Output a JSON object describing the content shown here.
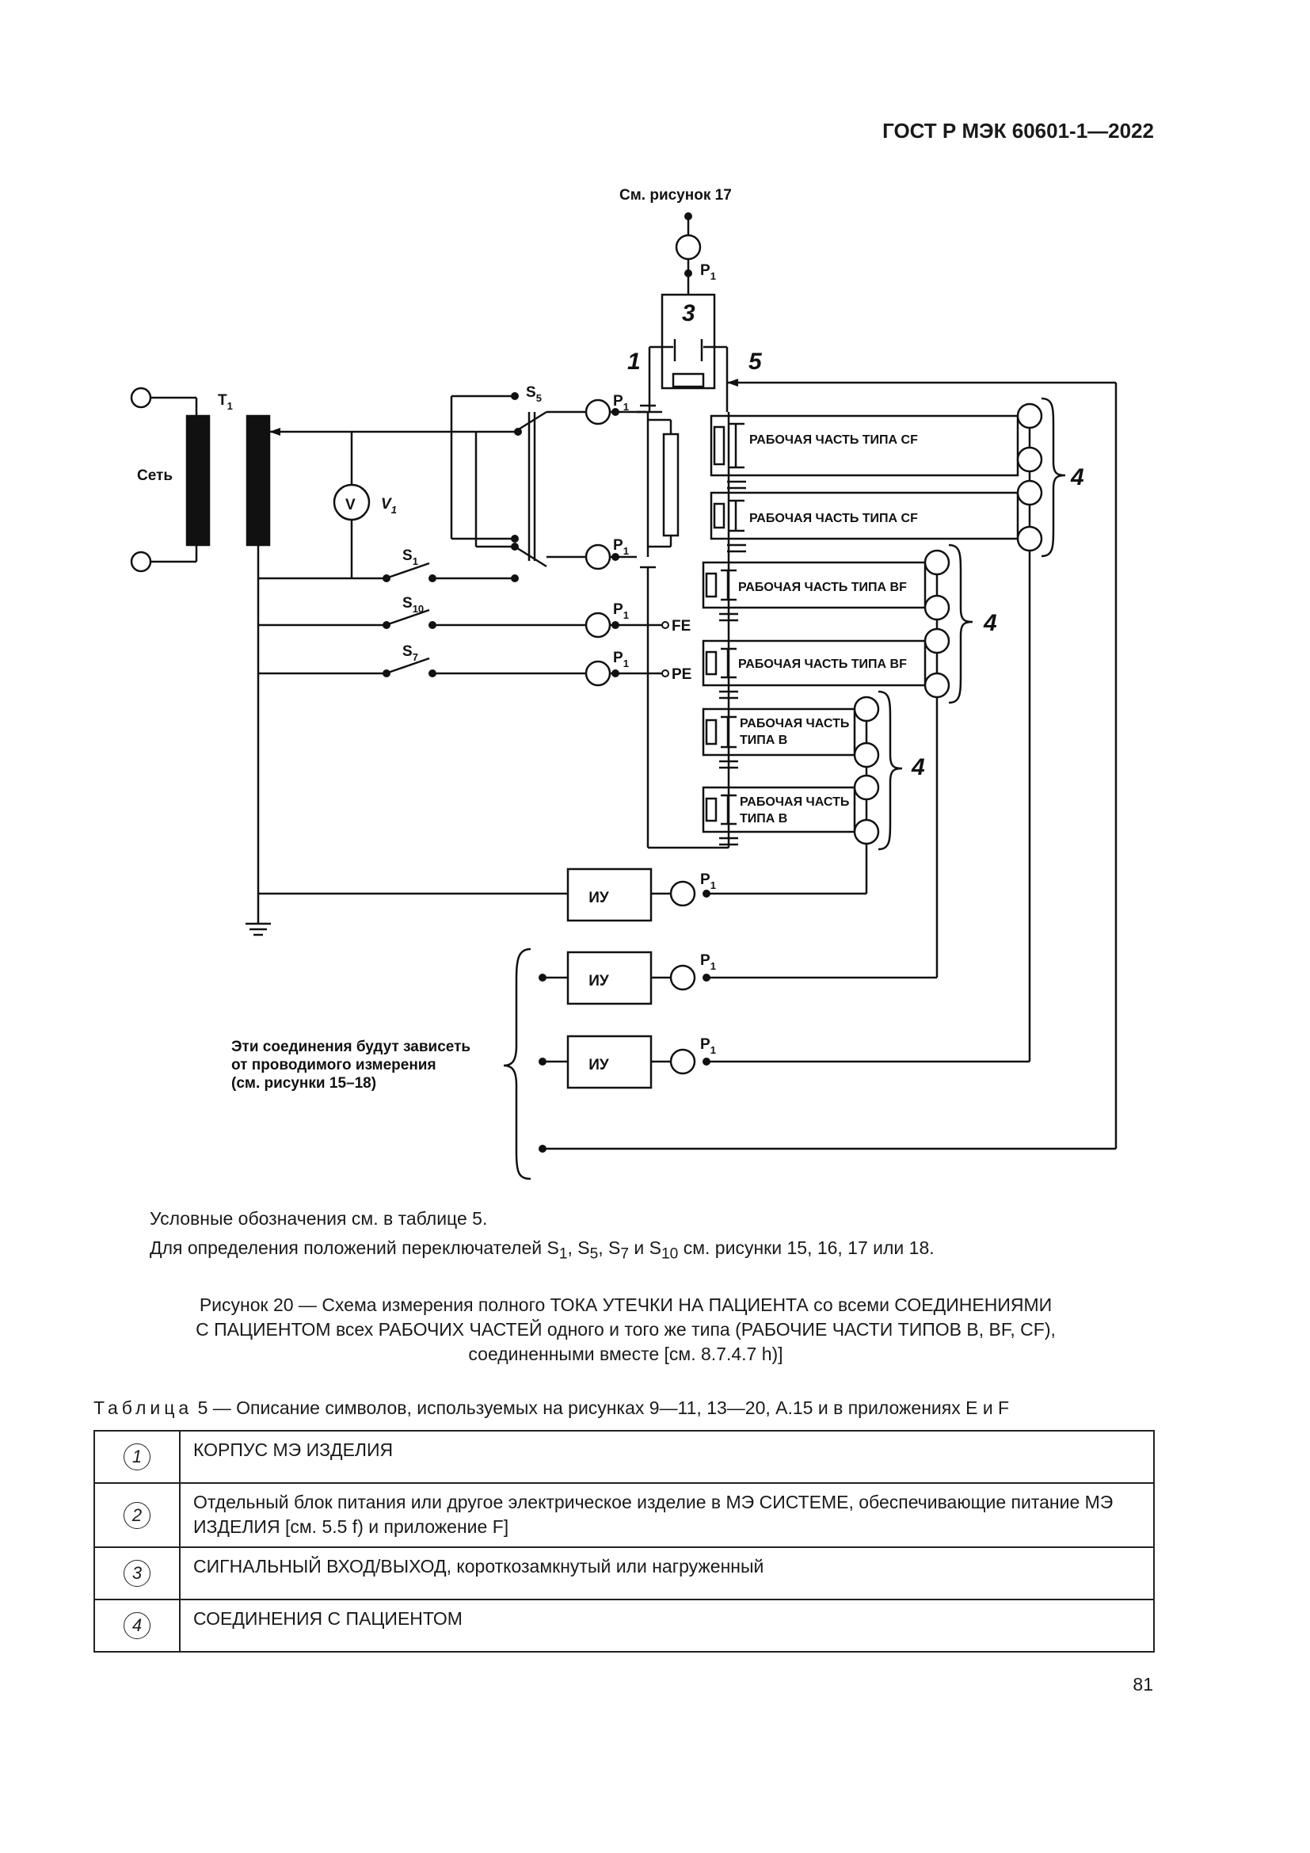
{
  "header": {
    "doc_id": "ГОСТ Р МЭК 60601-1—2022"
  },
  "diagram": {
    "see_fig17": "См. рисунок 17",
    "mains": "Сеть",
    "transformer": "T",
    "transformer_sub": "1",
    "voltmeter_symbol": "V",
    "voltmeter_name": "V",
    "voltmeter_sub": "1",
    "p_label": "P",
    "p_sub": "1",
    "s_label": "S",
    "s1_sub": "1",
    "s5_sub": "5",
    "s7_sub": "7",
    "s10_sub": "10",
    "fe": "FE",
    "pe": "PE",
    "mu": "ИУ",
    "callouts": {
      "c1": "1",
      "c3": "3",
      "c4": "4",
      "c5": "5"
    },
    "ap_cf": "РАБОЧАЯ ЧАСТЬ ТИПА CF",
    "ap_bf": "РАБОЧАЯ ЧАСТЬ ТИПА BF",
    "ap_b_line1": "РАБОЧАЯ ЧАСТЬ",
    "ap_b_line2": "ТИПА В",
    "connections_note": [
      "Эти соединения будут зависеть",
      "от проводимого измерения",
      "(см. рисунки 15–18)"
    ]
  },
  "notes": {
    "symbols_ref": "Условные обозначения см. в таблице 5.",
    "switch_prefix": "Для определения положений переключателей S",
    "switch_s1": "1",
    "switch_s5": "5",
    "switch_s7": "7",
    "switch_s10": "10",
    "switch_and": " и S",
    "switch_comma": ", S",
    "switch_suffix": " см. рисунки 15, 16, 17 или 18."
  },
  "caption": {
    "line1": "Рисунок 20 — Схема измерения полного ТОКА УТЕЧКИ НА ПАЦИЕНТА со всеми СОЕДИНЕНИЯМИ",
    "line2": "С ПАЦИЕНТОМ всех РАБОЧИХ ЧАСТЕЙ одного и того же типа (РАБОЧИЕ ЧАСТИ ТИПОВ B, BF, CF),",
    "line3": "соединенными вместе [см. 8.7.4.7 h)]"
  },
  "table": {
    "title_prefix": "Таблица",
    "title_rest": "5 — Описание символов, используемых на рисунках 9—11, 13—20, A.15 и в приложениях E и F",
    "rows": [
      {
        "num": "1",
        "text": "КОРПУС МЭ ИЗДЕЛИЯ"
      },
      {
        "num": "2",
        "text": "Отдельный блок питания или другое электрическое изделие в МЭ СИСТЕМЕ, обеспечивающие питание МЭ ИЗДЕЛИЯ [см. 5.5 f) и приложение F]"
      },
      {
        "num": "3",
        "text": "СИГНАЛЬНЫЙ ВХОД/ВЫХОД, короткозамкнутый или нагруженный"
      },
      {
        "num": "4",
        "text": "СОЕДИНЕНИЯ С ПАЦИЕНТОМ"
      }
    ]
  },
  "page_number": "81"
}
